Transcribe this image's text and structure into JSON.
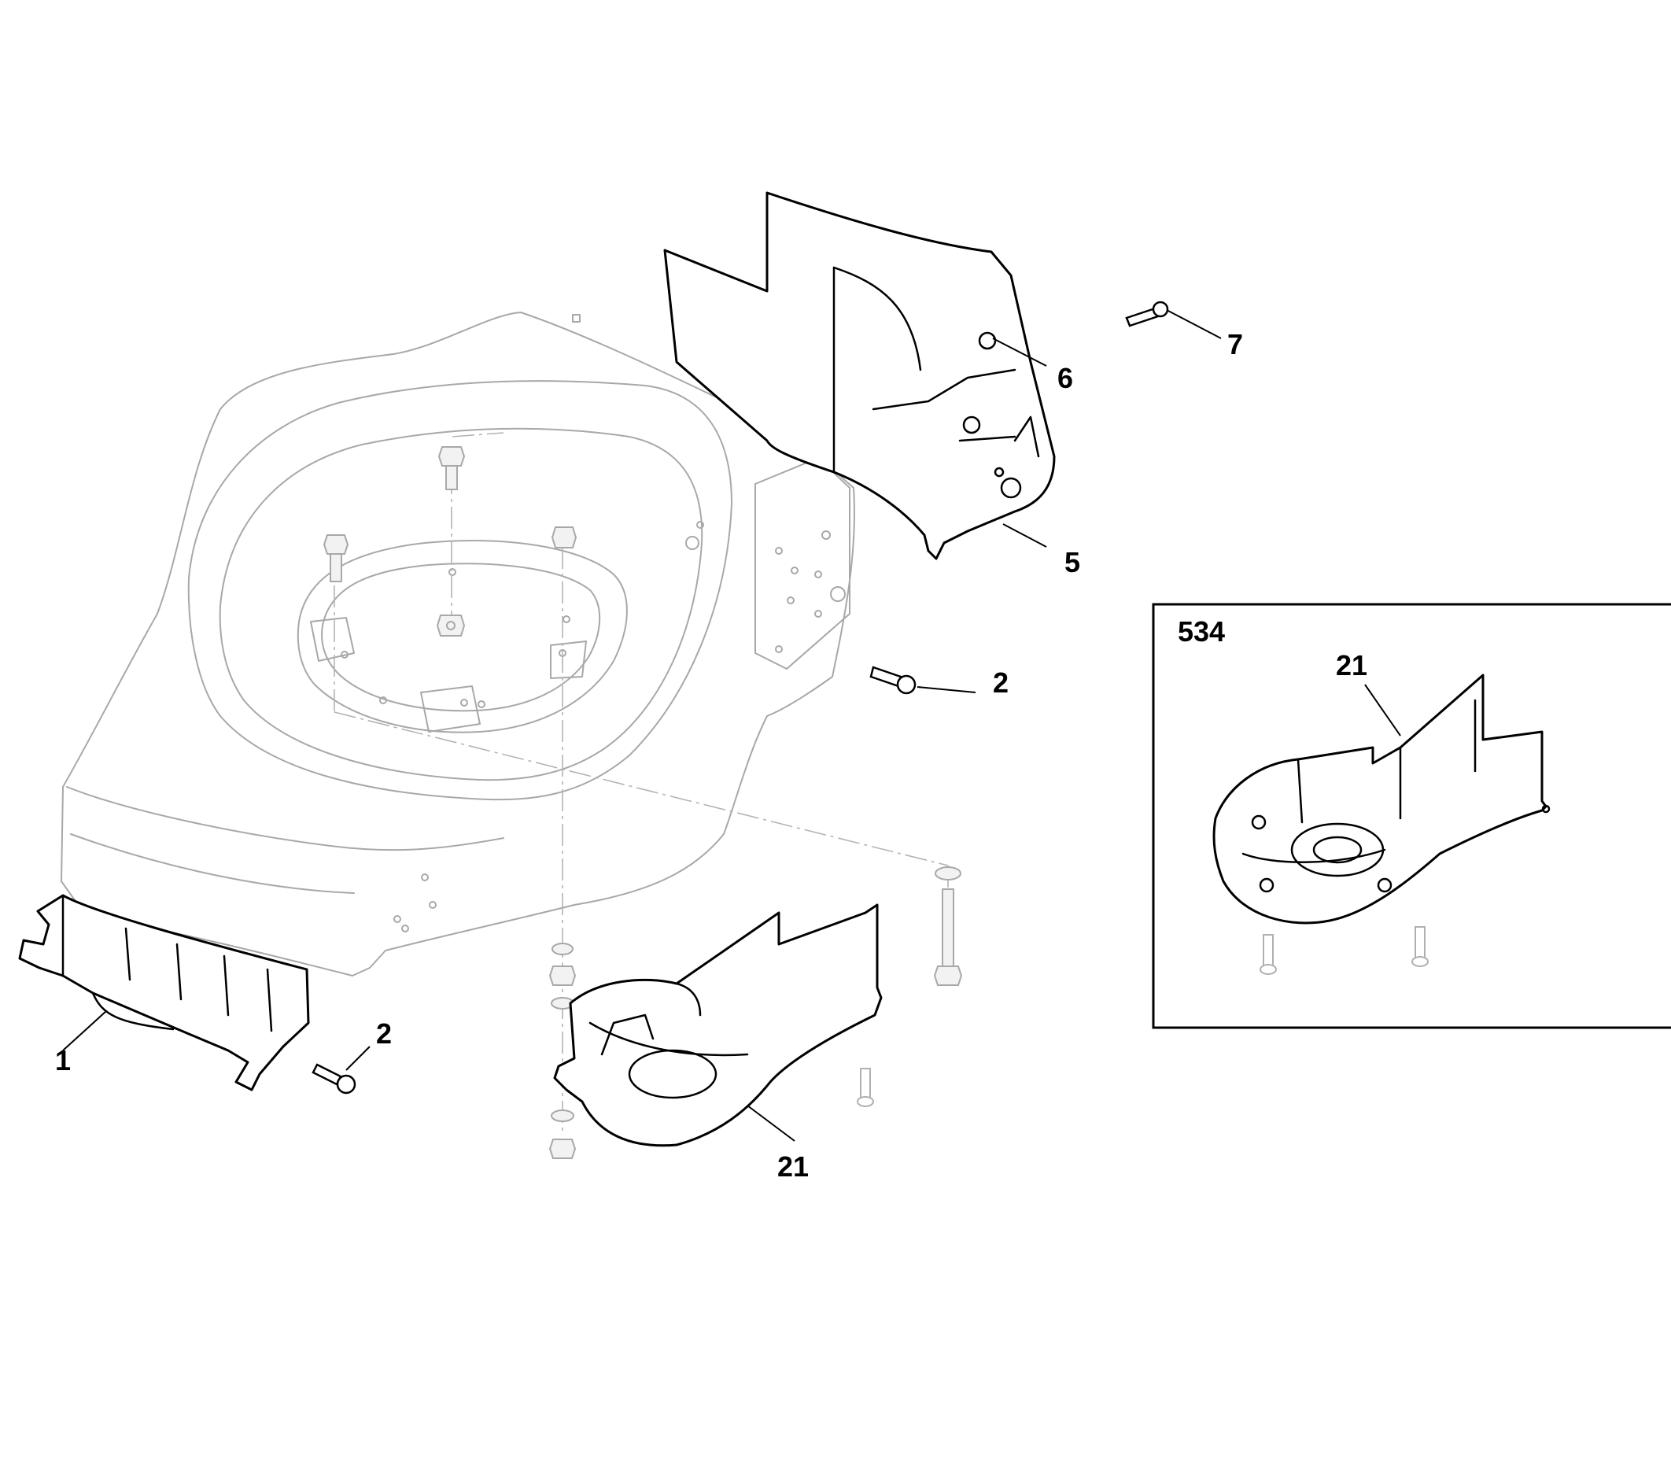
{
  "diagram": {
    "callouts": {
      "c1": "1",
      "c2a": "2",
      "c2b": "2",
      "c5": "5",
      "c6": "6",
      "c7": "7",
      "c21a": "21",
      "c21b": "21",
      "inset_label": "534"
    }
  }
}
